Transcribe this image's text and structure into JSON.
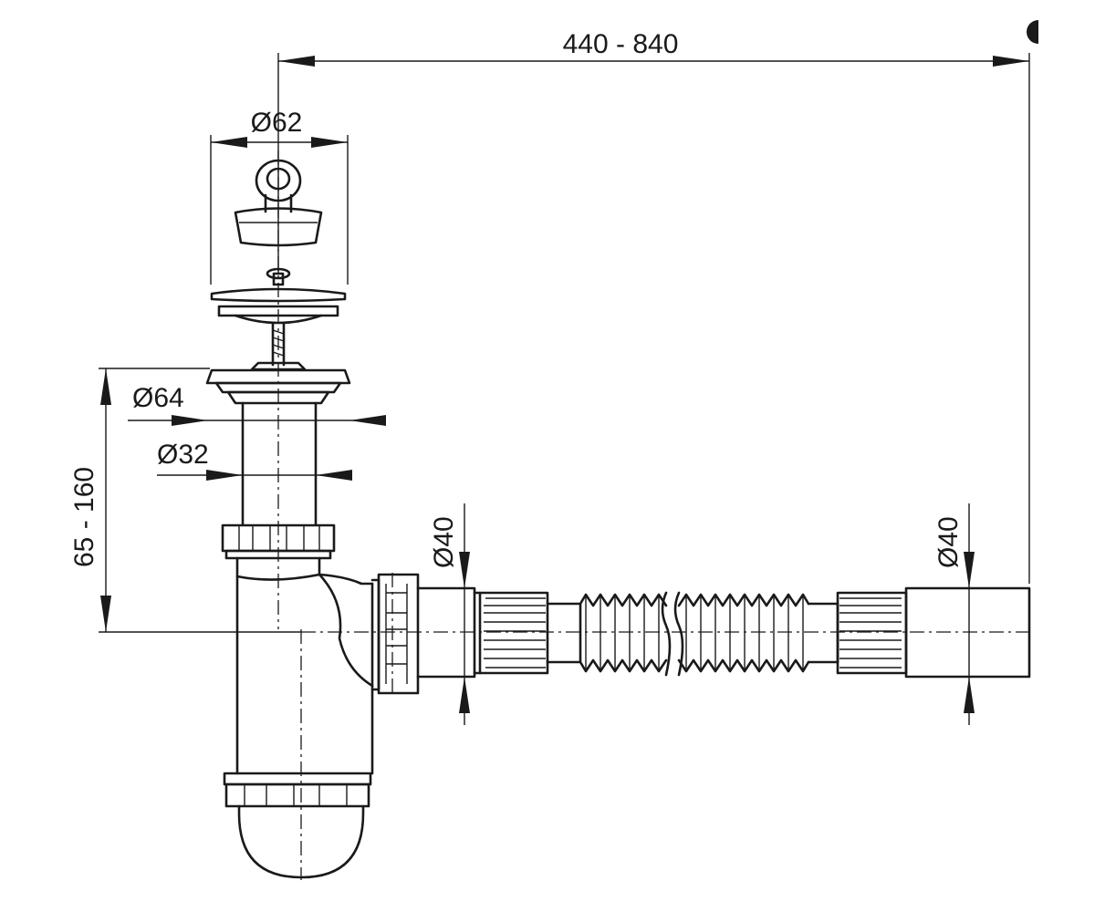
{
  "dimensions": {
    "overall_length": "440 - 840",
    "stopper_diameter": "Ø62",
    "flange_diameter": "Ø64",
    "tailpiece_diameter": "Ø32",
    "outlet_diameter_left": "Ø40",
    "outlet_diameter_right": "Ø40",
    "height_range": "65 - 160"
  }
}
